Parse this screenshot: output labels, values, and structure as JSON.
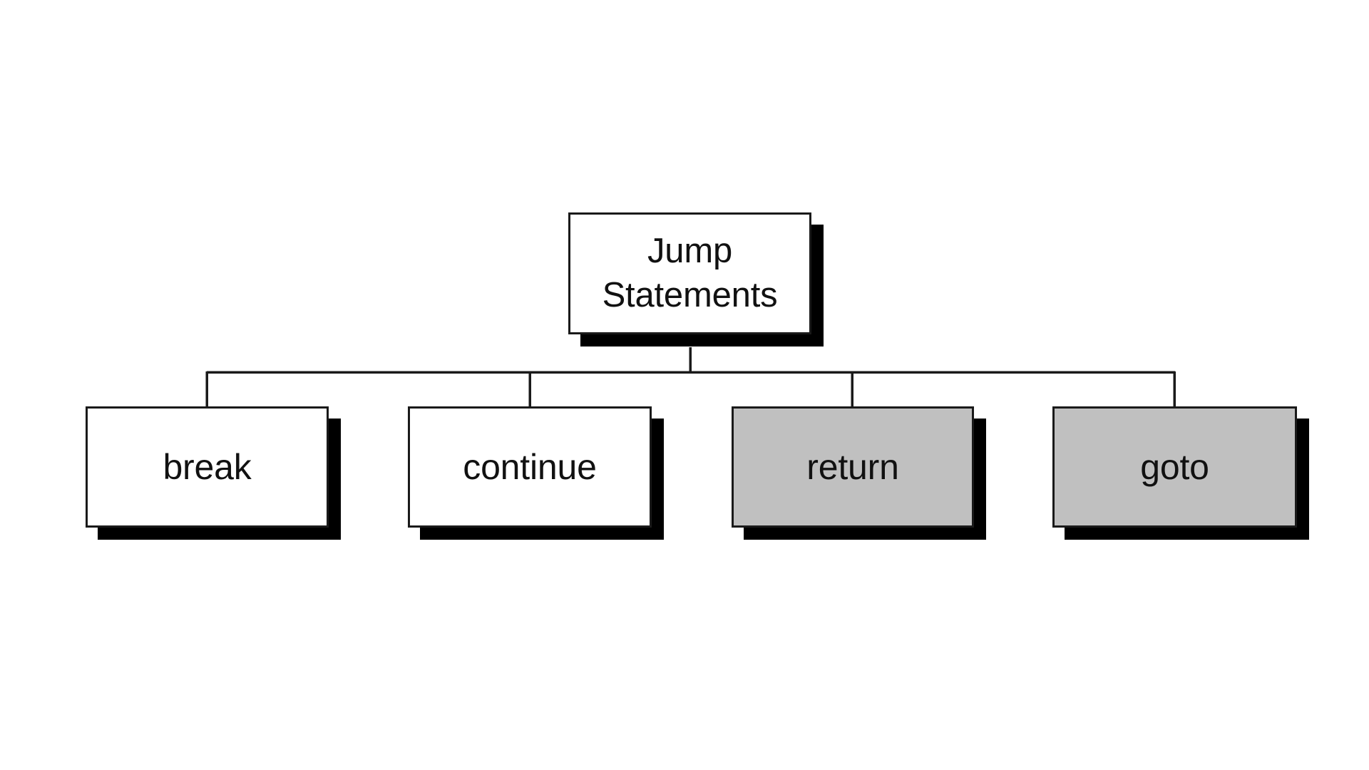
{
  "diagram": {
    "kind": "hierarchy-tree",
    "title": "Jump Statements",
    "background_color": "#ffffff",
    "line_color": "#1a1a1a",
    "shadow_color": "#000000",
    "text_color": "#111111",
    "root": {
      "id": "root",
      "label": "Jump\nStatements",
      "label_line1": "Jump",
      "label_line2": "Statements",
      "fill": "#ffffff",
      "fill_name": "white",
      "has_shadow": true
    },
    "children": [
      {
        "id": "break",
        "label": "break",
        "fill": "#ffffff",
        "fill_name": "white",
        "has_shadow": true
      },
      {
        "id": "continue",
        "label": "continue",
        "fill": "#ffffff",
        "fill_name": "white",
        "has_shadow": true
      },
      {
        "id": "return",
        "label": "return",
        "fill": "#c0c0c0",
        "fill_name": "gray",
        "has_shadow": true
      },
      {
        "id": "goto",
        "label": "goto",
        "fill": "#c0c0c0",
        "fill_name": "gray",
        "has_shadow": true
      }
    ],
    "edges": [
      {
        "from": "root",
        "to": "break"
      },
      {
        "from": "root",
        "to": "continue"
      },
      {
        "from": "root",
        "to": "return"
      },
      {
        "from": "root",
        "to": "goto"
      }
    ]
  }
}
